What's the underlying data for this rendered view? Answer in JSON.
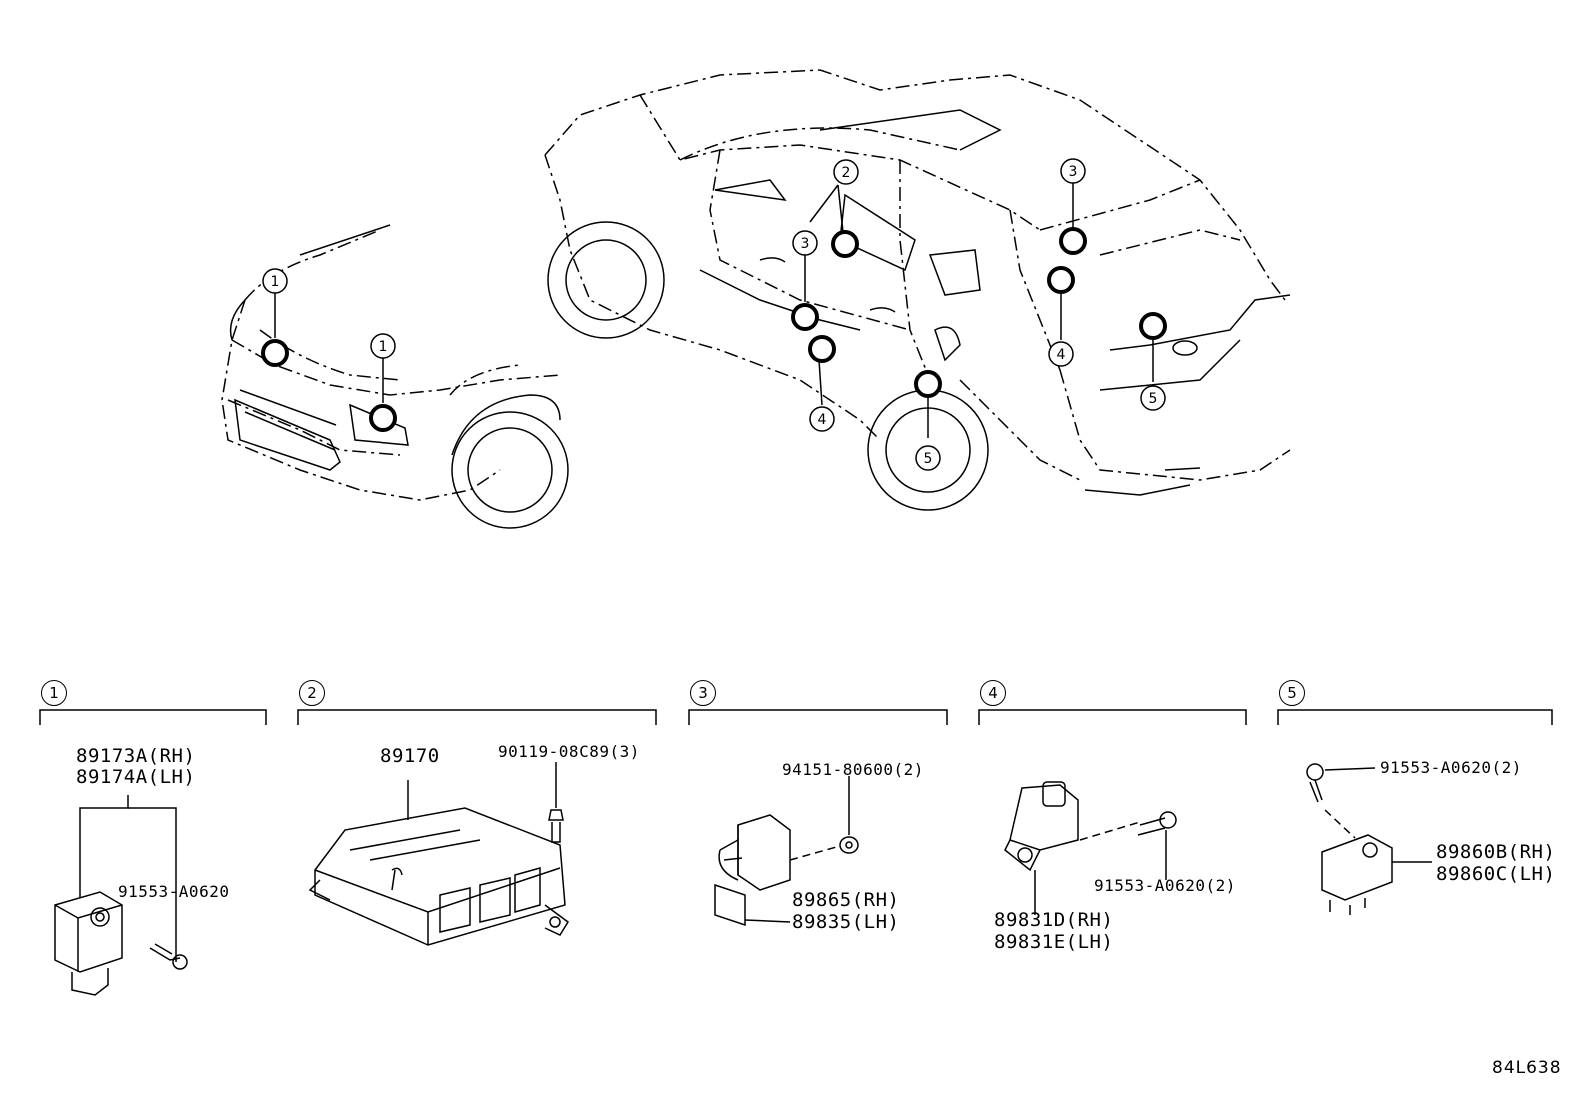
{
  "callouts": [
    "1",
    "2",
    "3",
    "4",
    "5"
  ],
  "sections": [
    {
      "number": "1",
      "parts": [
        "89173A(RH)",
        "89174A(LH)",
        "91553-A0620"
      ]
    },
    {
      "number": "2",
      "parts": [
        "89170",
        "90119-08C89(3)"
      ]
    },
    {
      "number": "3",
      "parts": [
        "94151-80600(2)",
        "89865(RH)",
        "89835(LH)"
      ]
    },
    {
      "number": "4",
      "parts": [
        "89831D(RH)",
        "89831E(LH)",
        "91553-A0620(2)"
      ]
    },
    {
      "number": "5",
      "parts": [
        "91553-A0620(2)",
        "89860B(RH)",
        "89860C(LH)"
      ]
    }
  ],
  "diagram_code": "84L638"
}
